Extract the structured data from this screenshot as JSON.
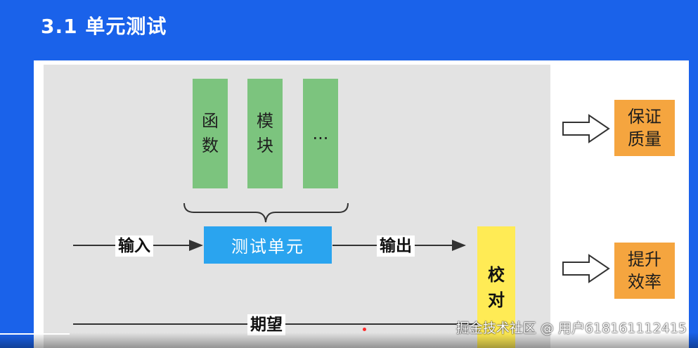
{
  "slide": {
    "title": "3.1 单元测试"
  },
  "diagram": {
    "components": [
      {
        "label": "函数"
      },
      {
        "label": "模块"
      },
      {
        "label": "..."
      }
    ],
    "unit": "测试单元",
    "input_label": "输入",
    "output_label": "输出",
    "expectation_label": "期望",
    "verify_label": "校对",
    "outcomes": [
      {
        "label": "保证质量"
      },
      {
        "label": "提升效率"
      }
    ]
  },
  "watermark": {
    "text": "掘金技术社区 @ 用户618161112415"
  },
  "video": {
    "progress": 0.1
  },
  "colors": {
    "background": "#1a62ea",
    "component_fill": "#7cc47e",
    "unit_fill": "#2aa4ef",
    "verify_fill": "#ffeb55",
    "outcome_fill": "#f5a53f"
  }
}
